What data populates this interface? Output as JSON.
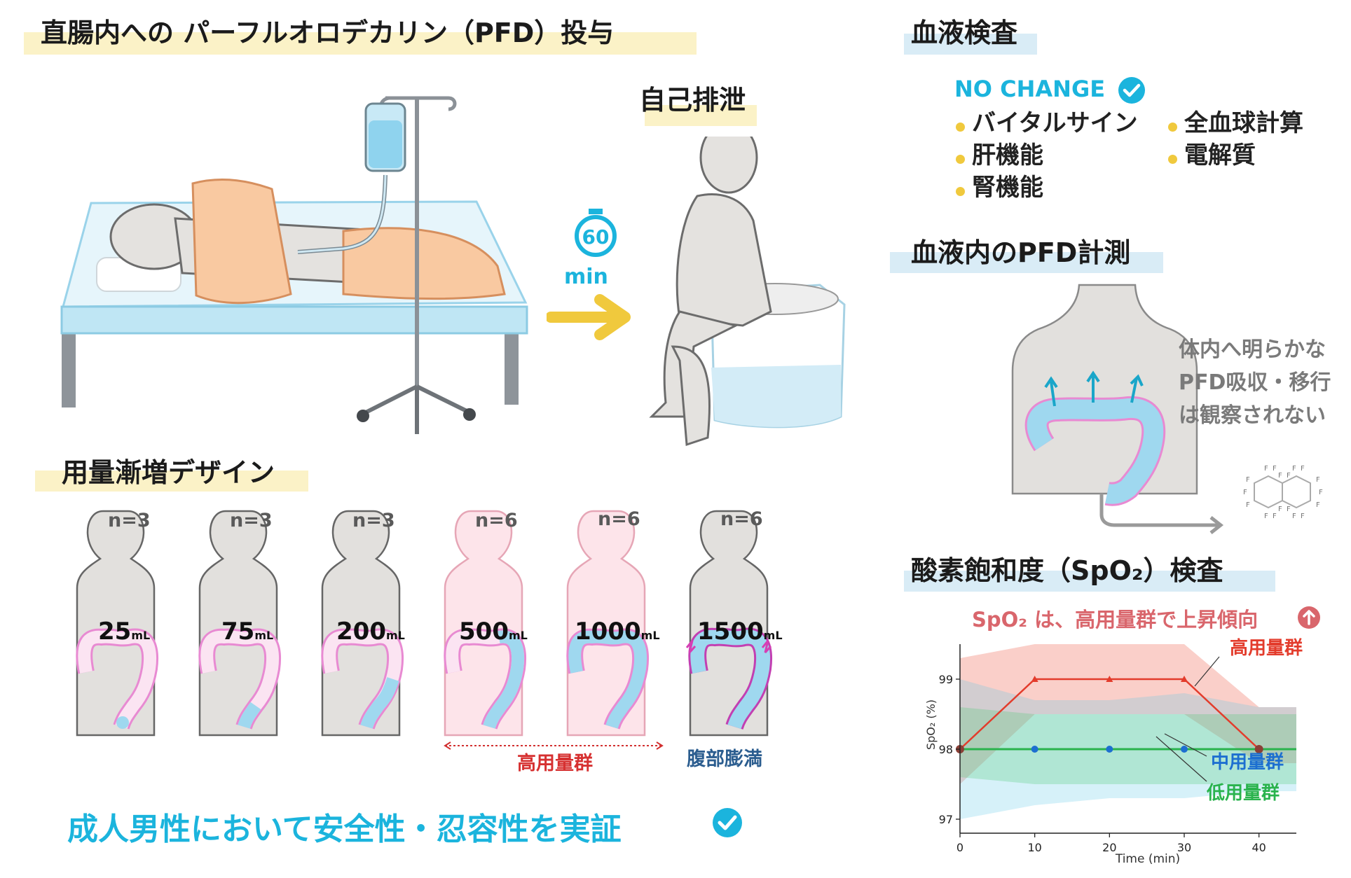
{
  "headings": {
    "administration": "直腸内への パーフルオロデカリン（PFD）投与",
    "excretion": "自己排泄",
    "dose_design": "用量漸増デザイン",
    "blood_test": "血液検査",
    "pfd_measure": "血液内のPFD計測",
    "spo2_test": "酸素飽和度（SpO₂）検査"
  },
  "timer": {
    "value": "60",
    "unit": "min"
  },
  "doses": [
    {
      "n": "n=3",
      "volume": "25",
      "unit": "mL"
    },
    {
      "n": "n=3",
      "volume": "75",
      "unit": "mL"
    },
    {
      "n": "n=3",
      "volume": "200",
      "unit": "mL"
    },
    {
      "n": "n=6",
      "volume": "500",
      "unit": "mL"
    },
    {
      "n": "n=6",
      "volume": "1000",
      "unit": "mL"
    },
    {
      "n": "n=6",
      "volume": "1500",
      "unit": "mL"
    }
  ],
  "dose_labels": {
    "high_group": "高用量群",
    "distension": "腹部膨満"
  },
  "conclusion": "成人男性において安全性・忍容性を実証",
  "blood_test": {
    "status": "NO CHANGE",
    "items_left": [
      "バイタルサイン",
      "肝機能",
      "腎機能"
    ],
    "items_right": [
      "全血球計算",
      "電解質"
    ]
  },
  "pfd_note": [
    "体内へ明らかな",
    "PFD吸収・移行",
    "は観察されない"
  ],
  "molecule_atom": "F",
  "spo2_note": "SpO₂ は、高用量群で上昇傾向",
  "colors": {
    "cyan": "#1bb4dd",
    "yellow": "#f0c93d",
    "red": "#e33c2c",
    "blue": "#1d6fd0",
    "green": "#2ab34d",
    "note_red": "#d9666c"
  },
  "chart_data": {
    "type": "line",
    "xlabel": "Time (min)",
    "ylabel": "SpO₂ (%)",
    "x": [
      0,
      10,
      20,
      30,
      40
    ],
    "xticks": [
      0,
      10,
      20,
      30,
      40
    ],
    "yticks": [
      97,
      98,
      99
    ],
    "xlim": [
      0,
      45
    ],
    "ylim": [
      96.8,
      99.5
    ],
    "series": [
      {
        "name": "高用量群",
        "values": [
          98,
          99,
          99,
          99,
          98
        ],
        "color": "#e33c2c",
        "marker": "triangle",
        "band_upper": [
          99.3,
          99.5,
          99.5,
          99.5,
          98.6
        ],
        "band_lower": [
          97.5,
          98.5,
          98.5,
          98.5,
          97.8
        ]
      },
      {
        "name": "中用量群",
        "values": [
          98,
          98,
          98,
          98,
          98
        ],
        "color": "#1d6fd0",
        "marker": "circle",
        "band_upper": [
          99.0,
          98.7,
          98.7,
          98.8,
          98.6
        ],
        "band_lower": [
          97.0,
          97.2,
          97.3,
          97.3,
          97.4
        ]
      },
      {
        "name": "低用量群",
        "values": [
          98,
          98,
          98,
          98,
          98
        ],
        "color": "#2ab34d",
        "marker": "circle",
        "band_upper": [
          98.6,
          98.5,
          98.5,
          98.5,
          98.5
        ],
        "band_lower": [
          97.6,
          97.5,
          97.5,
          97.5,
          97.5
        ]
      }
    ],
    "grid": false
  }
}
